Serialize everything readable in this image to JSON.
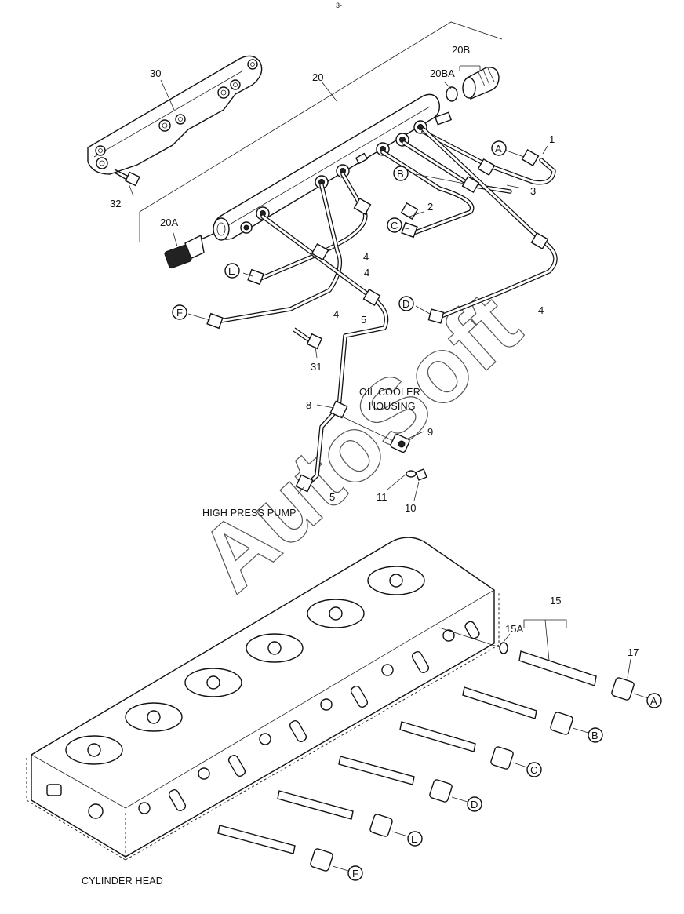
{
  "diagram": {
    "page_mark": "3-",
    "callouts": {
      "c1": "1",
      "c2": "2",
      "c3": "3",
      "c4a": "4",
      "c4b": "4",
      "c4c": "4",
      "c4d": "4",
      "c5a": "5",
      "c5b": "5",
      "c8": "8",
      "c9": "9",
      "c10": "10",
      "c11": "11",
      "c15": "15",
      "c15A": "15A",
      "c17": "17",
      "c20": "20",
      "c20A": "20A",
      "c20B": "20B",
      "c20BA": "20BA",
      "c30": "30",
      "c31": "31",
      "c32": "32"
    },
    "letters": {
      "A_top": "A",
      "B_top": "B",
      "C_top": "C",
      "D_top": "D",
      "E_top": "E",
      "F_top": "F",
      "A_bot": "A",
      "B_bot": "B",
      "C_bot": "C",
      "D_bot": "D",
      "E_bot": "E",
      "F_bot": "F"
    },
    "notes": {
      "oil_cooler_1": "OIL COOLER",
      "oil_cooler_2": "HOUSING",
      "high_press_pump": "HIGH PRESS PUMP",
      "cylinder_head": "CYLINDER HEAD"
    },
    "watermark": "AutoSoft"
  }
}
